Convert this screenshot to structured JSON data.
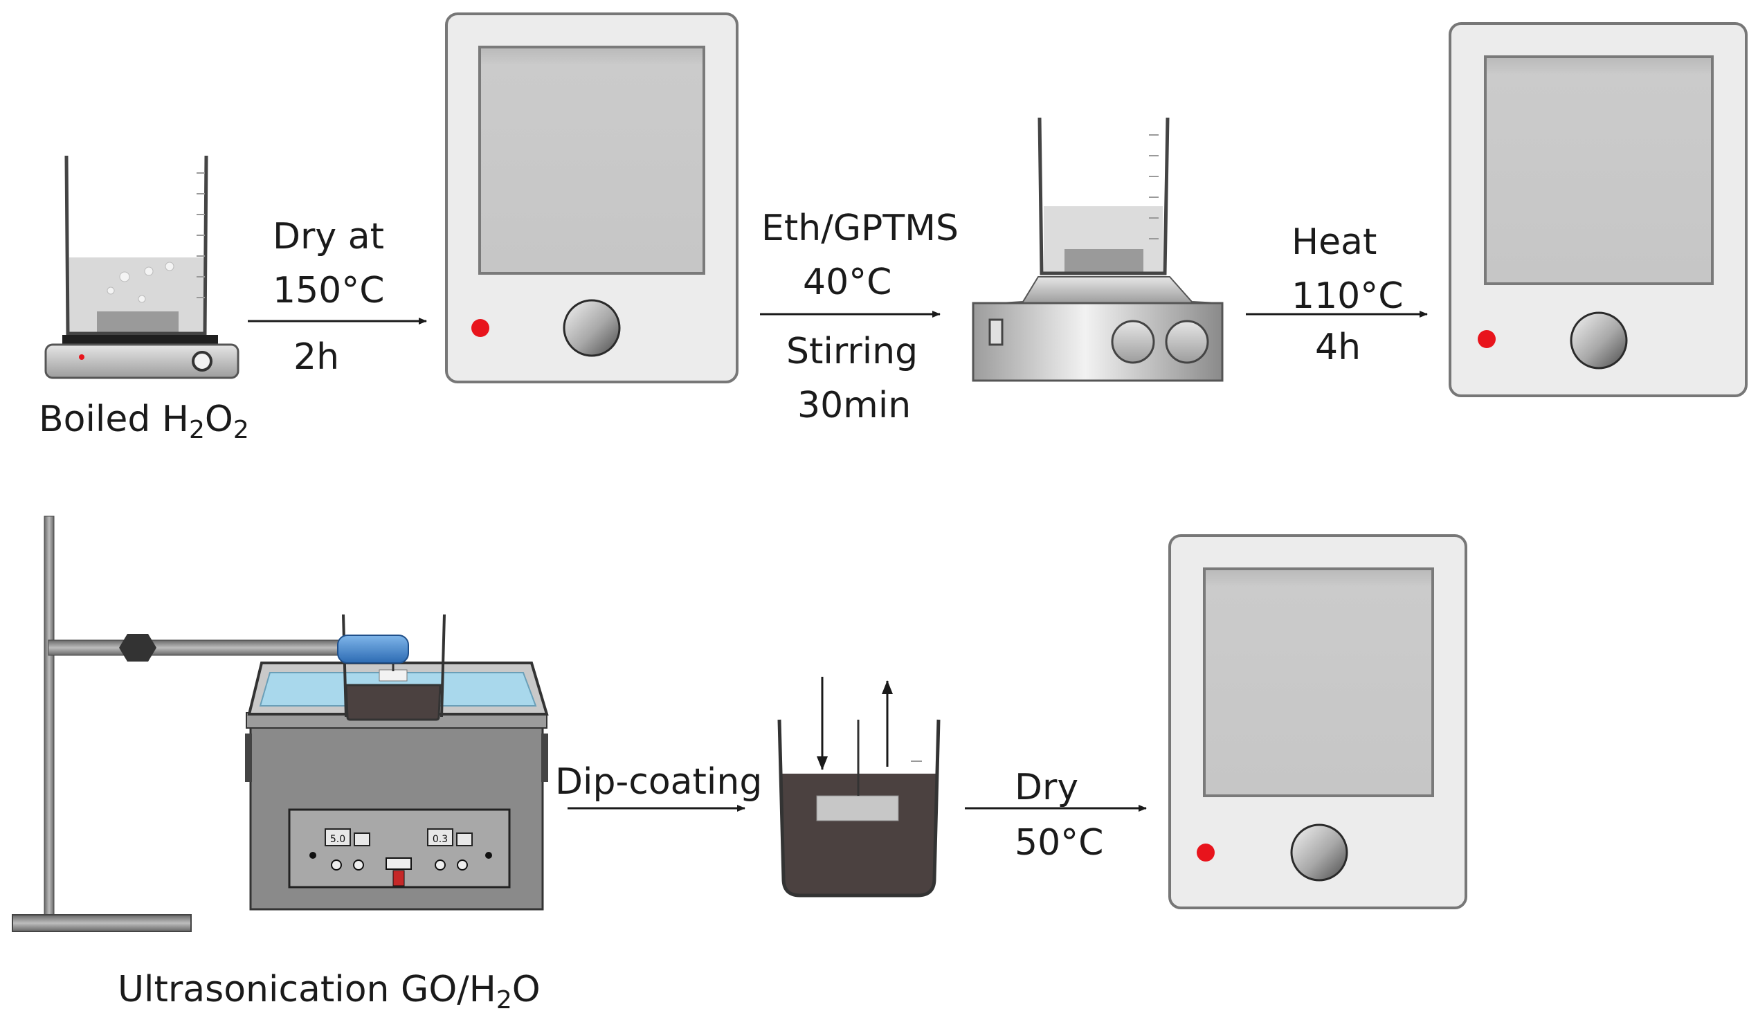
{
  "labels": {
    "boiled_prefix": "Boiled H",
    "boiled_sub1": "2",
    "boiled_mid": "O",
    "boiled_sub2": "2",
    "dry150_line1": "Dry at",
    "dry150_line2": "150°C",
    "dry150_line3": "2h",
    "eth_line1": "Eth/GPTMS",
    "eth_line2": "40°C",
    "eth_line3": "Stirring",
    "eth_line4": "30min",
    "heat_line1": "Heat",
    "heat_line2": "110°C",
    "heat_line3": "4h",
    "ultra_prefix": "Ultrasonication GO/H",
    "ultra_sub": "2",
    "ultra_suffix": "O",
    "dip": "Dip-coating",
    "dry50_line1": "Dry",
    "dry50_line2": "50°C"
  },
  "bath_panel": {
    "left_display": "5.0",
    "right_display": "0.3"
  },
  "colors": {
    "oven_body": "#ececec",
    "oven_window": "#c8c8c8",
    "indicator": "#e8141c",
    "go_suspension": "#4b4140",
    "water": "#a9d8ec",
    "bath_body": "#8a8a8a",
    "clamp": "#3f82c9"
  }
}
